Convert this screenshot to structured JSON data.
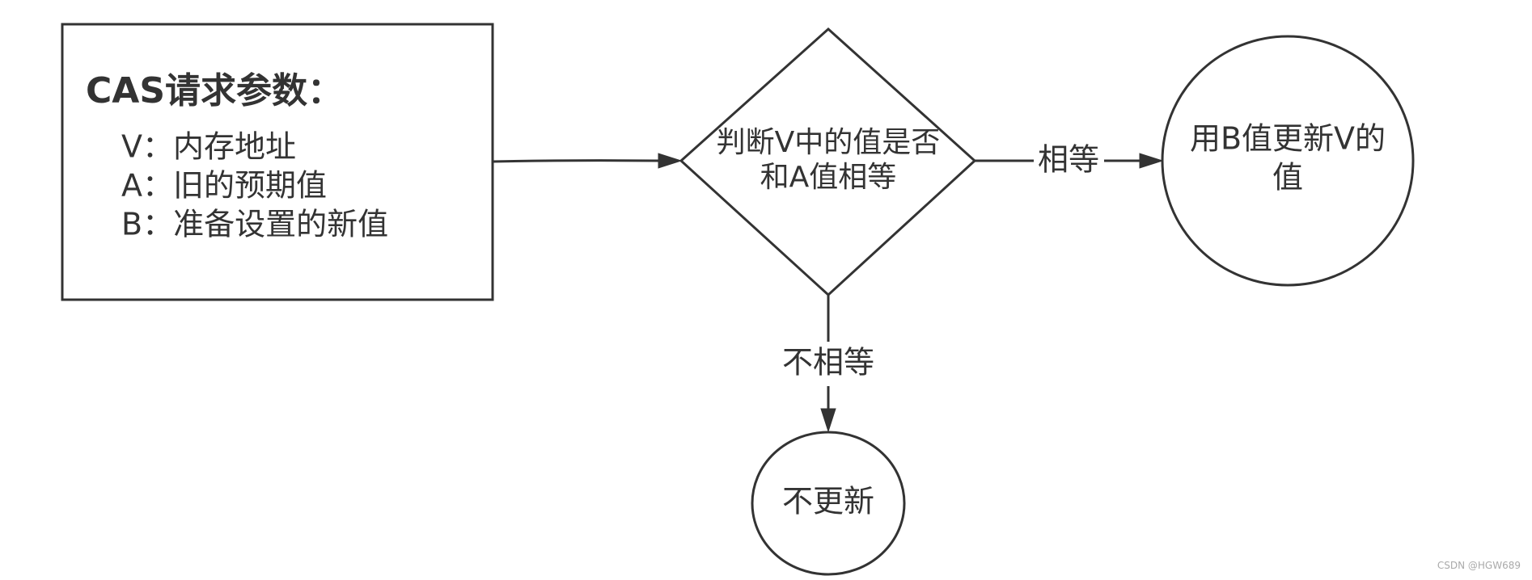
{
  "diagram": {
    "params_box": {
      "title": "CAS请求参数：",
      "lines": [
        "V：内存地址",
        "A：旧的预期值",
        "B：准备设置的新值"
      ]
    },
    "decision": {
      "lines": [
        "判断V中的值是否",
        "和A值相等"
      ]
    },
    "equal_label": "相等",
    "not_equal_label": "不相等",
    "update_node": {
      "lines": [
        "用B值更新V的",
        "值"
      ]
    },
    "no_update_node": {
      "label": "不更新"
    }
  },
  "watermark": "CSDN @HGW689",
  "colors": {
    "stroke": "#333333",
    "text": "#333333",
    "background": "#ffffff",
    "watermark": "#aaaaaa"
  }
}
